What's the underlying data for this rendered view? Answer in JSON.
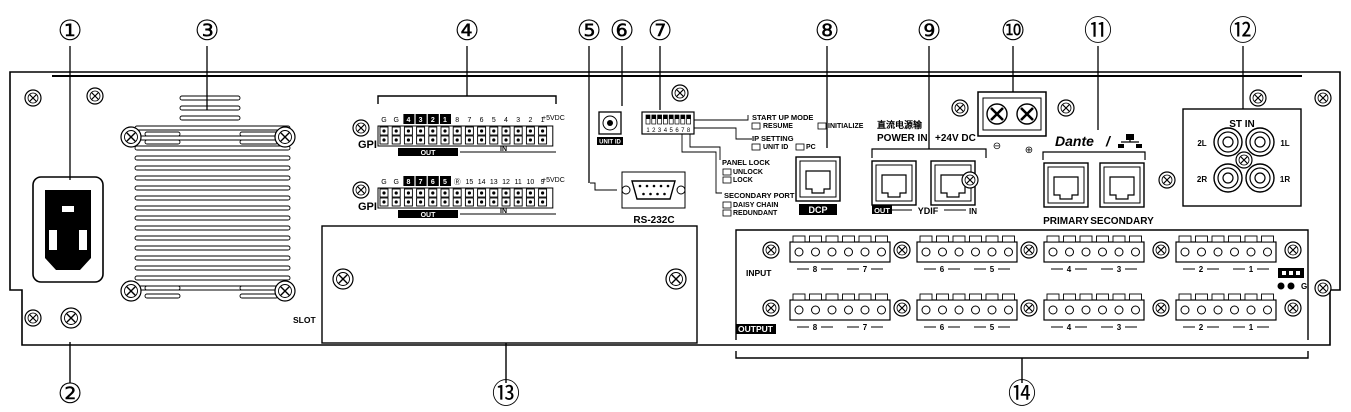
{
  "callouts": [
    "①",
    "②",
    "③",
    "④",
    "⑤",
    "⑥",
    "⑦",
    "⑧",
    "⑨",
    "⑩",
    "⑪",
    "⑫",
    "⑬",
    "⑭"
  ],
  "gpi": {
    "label": "GPI",
    "g": "G",
    "vdc": "+5VDC",
    "out": "OUT",
    "in": "IN",
    "row1_out": [
      "4",
      "3",
      "2",
      "1"
    ],
    "row1_in": [
      "8",
      "7",
      "6",
      "5",
      "4",
      "3",
      "2",
      "1"
    ],
    "row2_out": [
      "8",
      "7",
      "6",
      "5"
    ],
    "row2_mark": "Ⓡ",
    "row2_in": [
      "15",
      "14",
      "13",
      "12",
      "11",
      "10",
      "9"
    ]
  },
  "unit_id": "UNIT ID",
  "dip": {
    "start_up_mode": "START UP MODE",
    "resume": "RESUME",
    "initialize": "INITIALIZE",
    "ip_setting": "IP SETTING",
    "unit_id_opt": "UNIT ID",
    "pc": "PC",
    "panel_lock": "PANEL LOCK",
    "unlock": "UNLOCK",
    "lock": "LOCK",
    "secondary_port": "SECONDARY PORT",
    "daisy_chain": "DAISY CHAIN",
    "redundant": "REDUNDANT",
    "numbers": [
      "1",
      "2",
      "3",
      "4",
      "5",
      "6",
      "7",
      "8"
    ]
  },
  "rs232c": "RS-232C",
  "dcp": "DCP",
  "power_in": {
    "zh": "直流电源输",
    "label": "POWER IN",
    "voltage": "+24V DC",
    "minus": "⊖",
    "plus": "⊕"
  },
  "ydif": {
    "label": "YDIF",
    "out": "OUT",
    "in": "IN"
  },
  "dante": {
    "logo": "Dante",
    "primary": "PRIMARY",
    "secondary": "SECONDARY"
  },
  "st_in": {
    "title": "ST IN",
    "l2": "2L",
    "l1": "1L",
    "r2": "2R",
    "r1": "1R"
  },
  "slot": "SLOT",
  "io": {
    "input": "INPUT",
    "output": "OUTPUT",
    "pairs": [
      [
        "8",
        "7"
      ],
      [
        "6",
        "5"
      ],
      [
        "4",
        "3"
      ],
      [
        "2",
        "1"
      ]
    ],
    "ground": "G"
  }
}
